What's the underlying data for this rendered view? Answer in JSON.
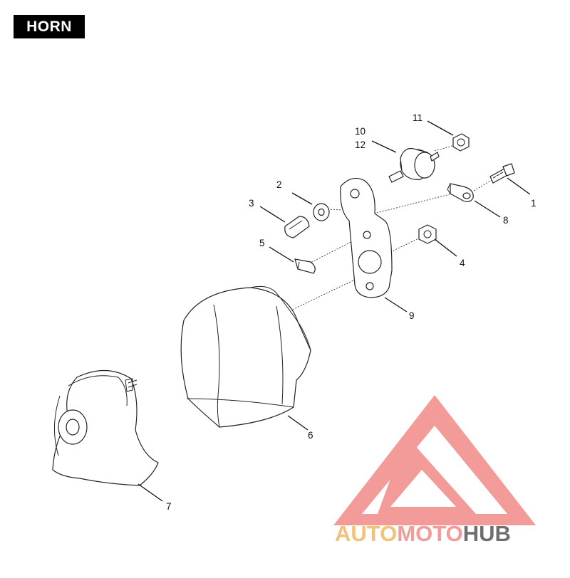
{
  "page": {
    "title": "HORN"
  },
  "callouts": [
    {
      "id": "1",
      "text": "1"
    },
    {
      "id": "2",
      "text": "2"
    },
    {
      "id": "3",
      "text": "3"
    },
    {
      "id": "4",
      "text": "4"
    },
    {
      "id": "5",
      "text": "5"
    },
    {
      "id": "6",
      "text": "6"
    },
    {
      "id": "7",
      "text": "7"
    },
    {
      "id": "8",
      "text": "8"
    },
    {
      "id": "9",
      "text": "9"
    },
    {
      "id": "10",
      "text": "10"
    },
    {
      "id": "11",
      "text": "11"
    },
    {
      "id": "12",
      "text": "12"
    }
  ],
  "watermark": {
    "part1": "AUTO",
    "part2": "MOTO",
    "part3": "HUB",
    "colors": {
      "primary": "#f39b98",
      "accent": "#f2c27a",
      "dark": "#6f6f6f"
    }
  }
}
